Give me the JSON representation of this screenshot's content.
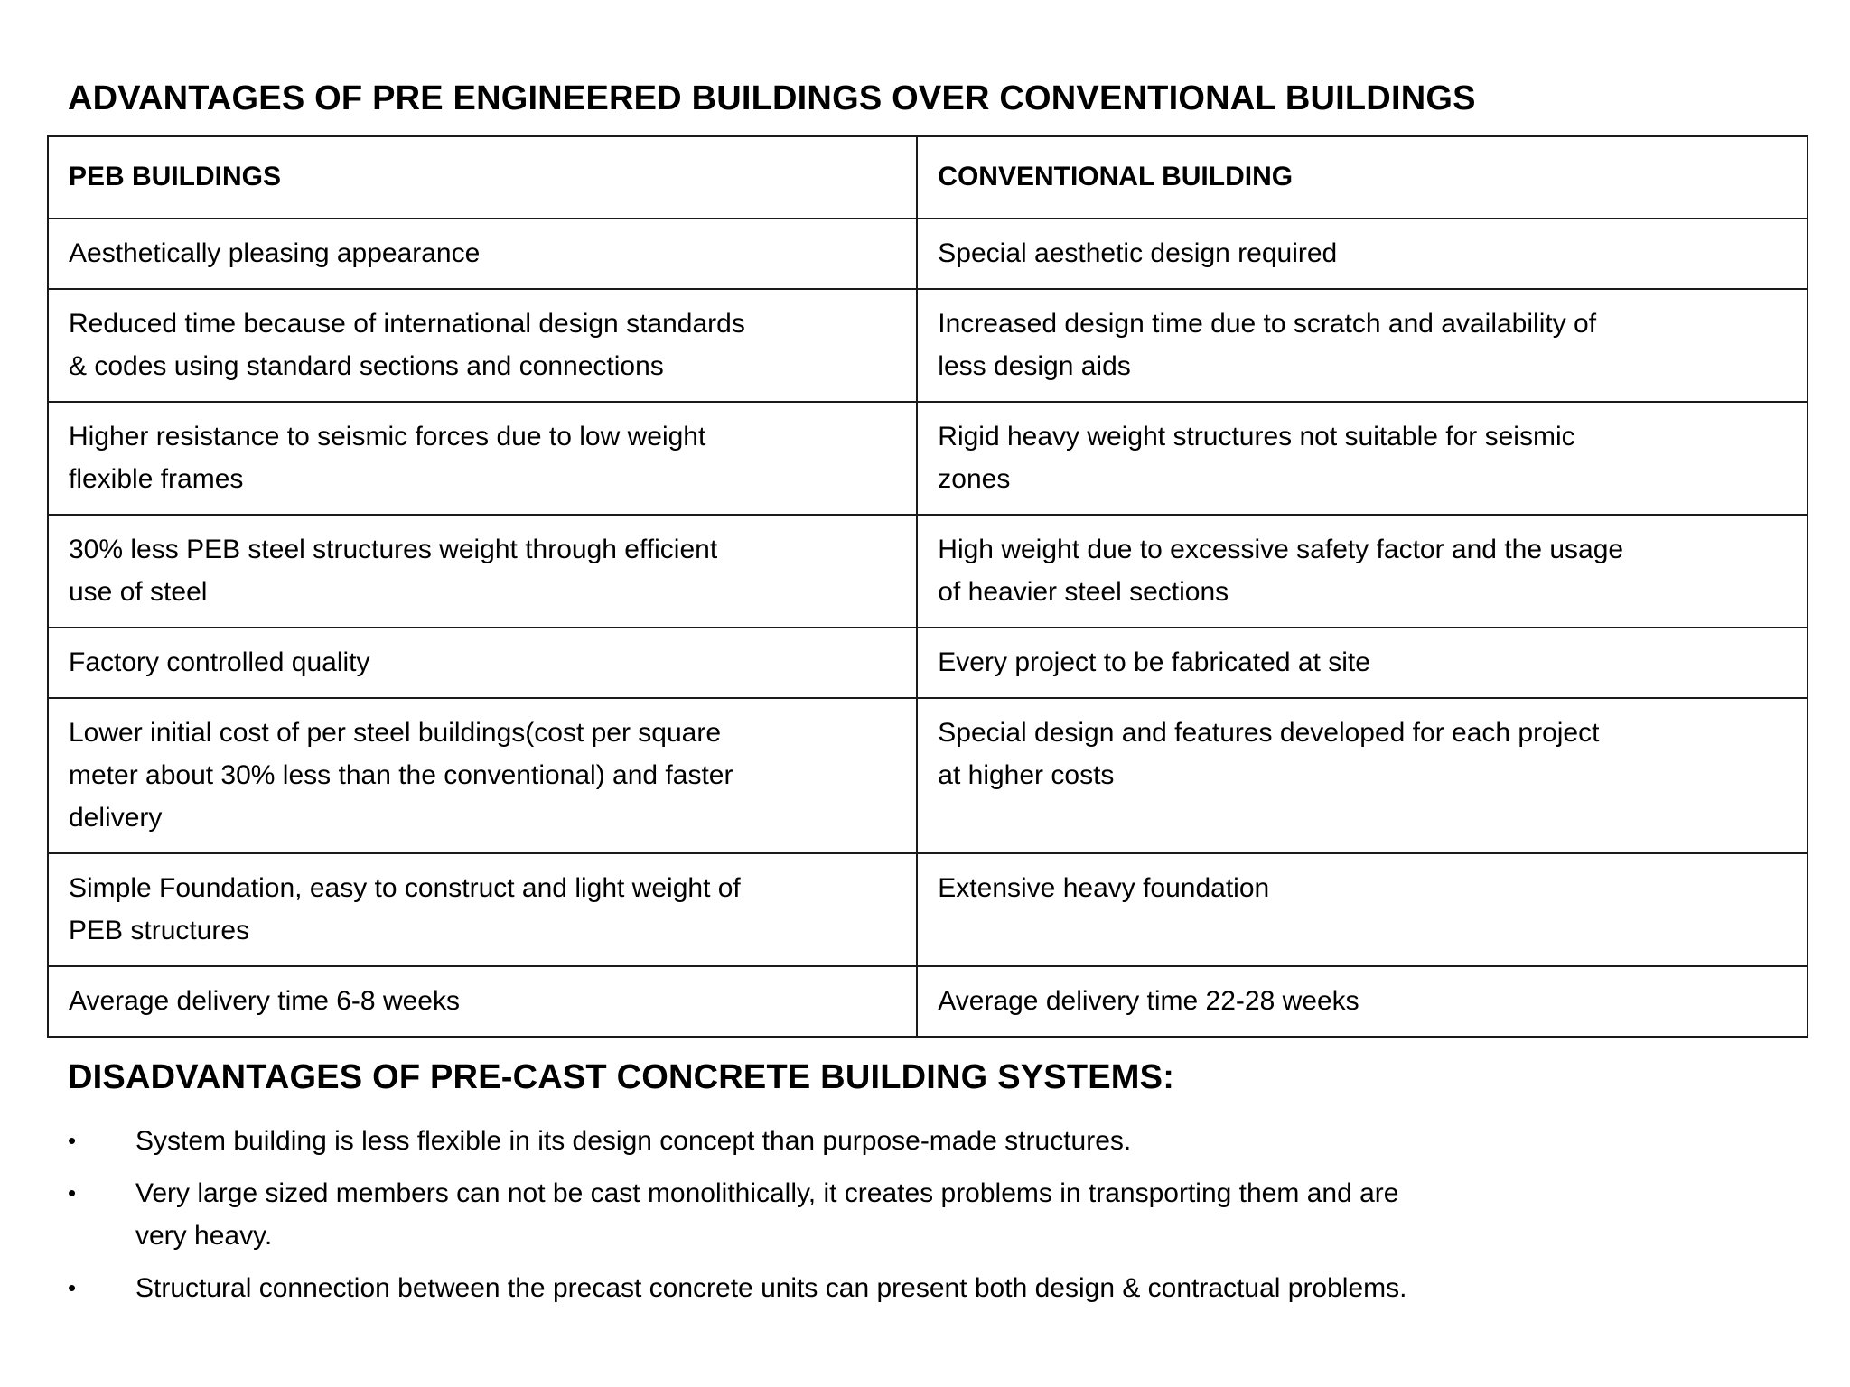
{
  "page": {
    "title": "ADVANTAGES OF PRE ENGINEERED BUILDINGS OVER CONVENTIONAL BUILDINGS"
  },
  "comparison_table": {
    "headers": [
      "PEB BUILDINGS",
      "CONVENTIONAL BUILDING"
    ],
    "rows": [
      {
        "peb": "Aesthetically pleasing appearance",
        "conventional": "Special aesthetic design required"
      },
      {
        "peb": "Reduced time because of international design standards\n& codes using standard sections and connections",
        "conventional": "Increased design time due to scratch and availability of\nless design aids"
      },
      {
        "peb": "Higher resistance to seismic forces due to low weight\nflexible frames",
        "conventional": "Rigid heavy weight structures not suitable for seismic\nzones"
      },
      {
        "peb": "30% less PEB steel structures weight through efficient\nuse of steel",
        "conventional": "High weight due to excessive safety factor and the usage\nof heavier steel sections"
      },
      {
        "peb": "Factory controlled quality",
        "conventional": "Every project to be fabricated at site"
      },
      {
        "peb": "Lower initial cost of per steel buildings(cost per square\nmeter about 30% less than the conventional) and faster\ndelivery",
        "conventional": "Special design and features developed for each project\nat higher costs"
      },
      {
        "peb": "Simple Foundation, easy to construct and light weight of\nPEB structures",
        "conventional": "Extensive heavy foundation"
      },
      {
        "peb": "Average delivery time 6-8 weeks",
        "conventional": "Average delivery time 22-28 weeks"
      }
    ]
  },
  "disadvantages": {
    "heading": "DISADVANTAGES OF PRE-CAST CONCRETE BUILDING SYSTEMS:",
    "bullet_glyph": "•",
    "items": [
      "System building is less flexible in its design concept than purpose-made structures.",
      "Very large sized members can not be cast monolithically, it creates problems in transporting them and are\nvery heavy.",
      "Structural connection between the precast concrete units can present both design & contractual problems."
    ]
  },
  "colors": {
    "background": "#ffffff",
    "text": "#000000",
    "table_border": "#1a1a1a"
  }
}
